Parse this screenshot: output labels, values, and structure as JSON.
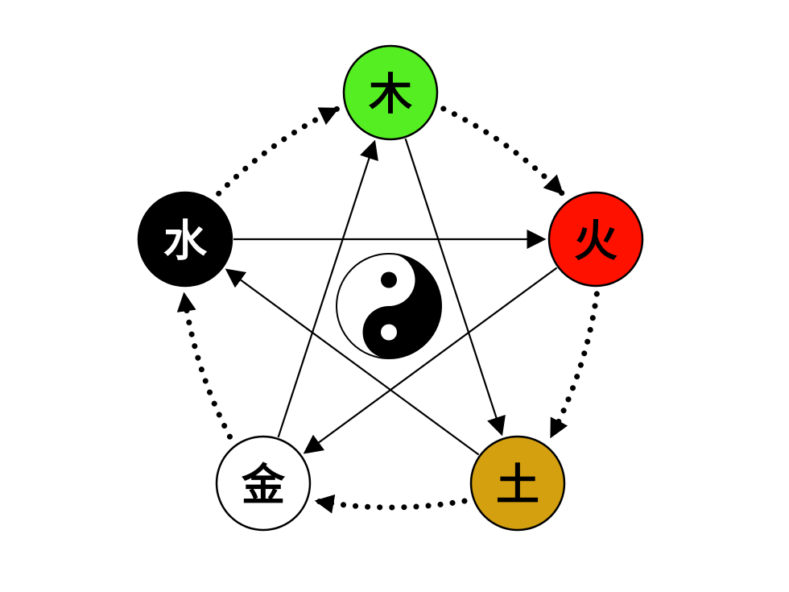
{
  "elements": [
    {
      "id": "wood",
      "label": "木",
      "fill": "#55ee22",
      "text_color": "#000000"
    },
    {
      "id": "fire",
      "label": "火",
      "fill": "#ff1100",
      "text_color": "#000000"
    },
    {
      "id": "earth",
      "label": "土",
      "fill": "#d4a010",
      "text_color": "#000000"
    },
    {
      "id": "metal",
      "label": "金",
      "fill": "#ffffff",
      "text_color": "#000000"
    },
    {
      "id": "water",
      "label": "水",
      "fill": "#000000",
      "text_color": "#ffffff"
    }
  ],
  "generating_cycle": [
    {
      "from": "wood",
      "to": "fire"
    },
    {
      "from": "fire",
      "to": "earth"
    },
    {
      "from": "earth",
      "to": "metal"
    },
    {
      "from": "metal",
      "to": "water"
    },
    {
      "from": "water",
      "to": "wood"
    }
  ],
  "overcoming_cycle": [
    {
      "from": "wood",
      "to": "earth"
    },
    {
      "from": "earth",
      "to": "water"
    },
    {
      "from": "water",
      "to": "fire"
    },
    {
      "from": "fire",
      "to": "metal"
    },
    {
      "from": "metal",
      "to": "wood"
    }
  ],
  "center_symbol": "yin-yang-icon",
  "colors": {
    "line": "#000000",
    "background": "#ffffff"
  }
}
